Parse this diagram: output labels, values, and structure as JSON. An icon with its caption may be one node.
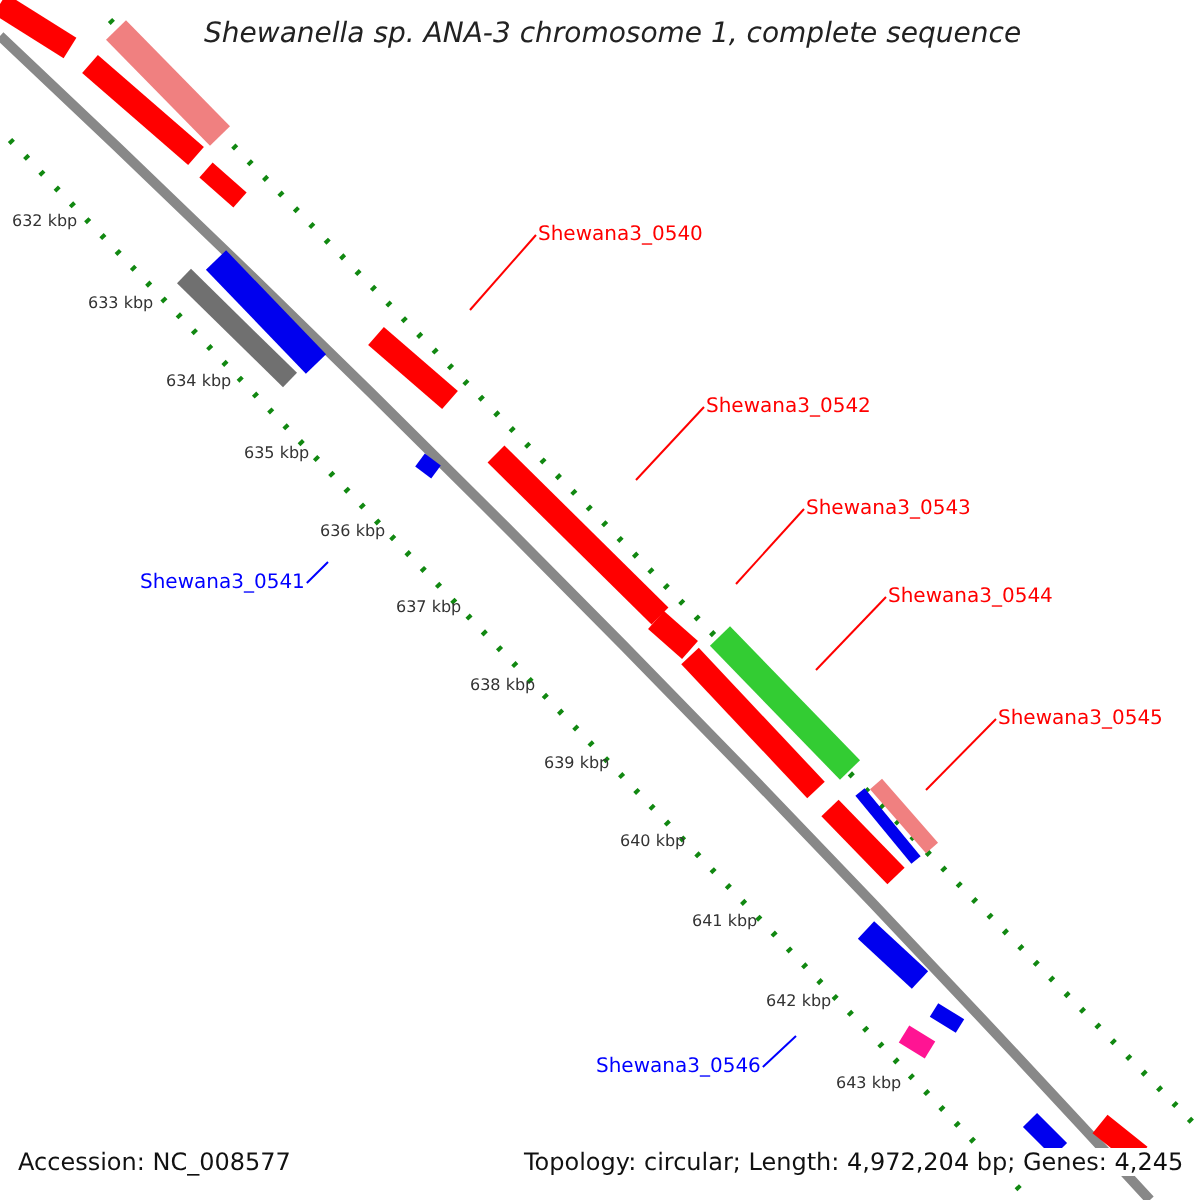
{
  "diagram": {
    "title": "Shewanella sp. ANA-3 chromosome 1, complete sequence",
    "nodes": [
      {
        "text": [
          "Shewana3_0540"
        ]
      },
      {
        "text": [
          "Shewana3_0542"
        ]
      },
      {
        "text": [
          "Shewana3_0543"
        ]
      },
      {
        "text": [
          "Shewana3_0544"
        ]
      },
      {
        "text": [
          "Shewana3_0545"
        ]
      },
      {
        "text": [
          "Shewana3_0541"
        ]
      },
      {
        "text": [
          "Shewana3_0546"
        ]
      }
    ],
    "edges": [
      {
        "from": 0,
        "to": null,
        "arrow": "none"
      },
      {
        "from": 1,
        "to": null,
        "arrow": "none"
      },
      {
        "from": 2,
        "to": null,
        "arrow": "none"
      },
      {
        "from": 3,
        "to": null,
        "arrow": "none"
      },
      {
        "from": 4,
        "to": null,
        "arrow": "none"
      },
      {
        "from": 5,
        "to": null,
        "arrow": "none",
        "color": "#0000ff"
      },
      {
        "from": 6,
        "to": null,
        "arrow": "none",
        "color": "#0000ff"
      }
    ],
    "labels": [
      "632 kbp",
      "633 kbp",
      "634 kbp",
      "635 kbp",
      "636 kbp",
      "637 kbp",
      "638 kbp",
      "639 kbp",
      "640 kbp",
      "641 kbp",
      "642 kbp",
      "643 kbp",
      "Accession: NC_008577",
      "Topology: circular; Length: 4,972,204 bp; Genes: 4,245"
    ]
  }
}
